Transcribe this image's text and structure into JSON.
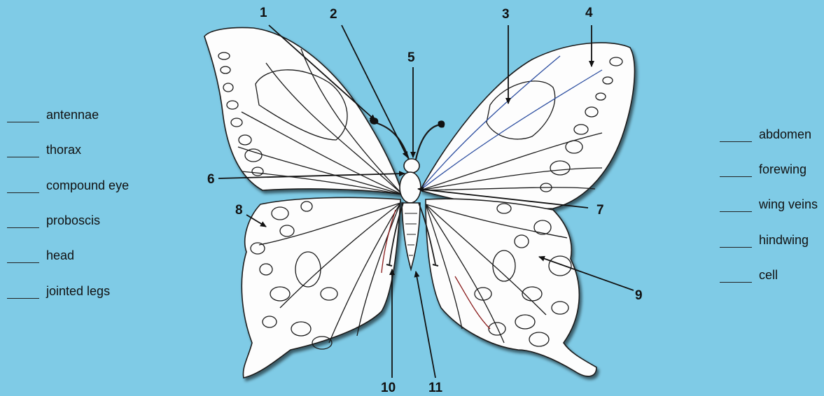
{
  "left_terms": [
    "antennae",
    "thorax",
    "compound eye",
    "proboscis",
    "head",
    "jointed legs"
  ],
  "right_terms": [
    "abdomen",
    "forewing",
    "wing veins",
    "hindwing",
    "cell"
  ],
  "callout_numbers": [
    "1",
    "2",
    "3",
    "4",
    "5",
    "6",
    "7",
    "8",
    "9",
    "10",
    "11"
  ],
  "colors": {
    "background": "#7fcbe6",
    "wing_fill": "#fdfdfd",
    "outline": "#1a1a1a",
    "vein_highlight": "#2c4ea0",
    "hindwing_accent": "#8a1c1c"
  }
}
